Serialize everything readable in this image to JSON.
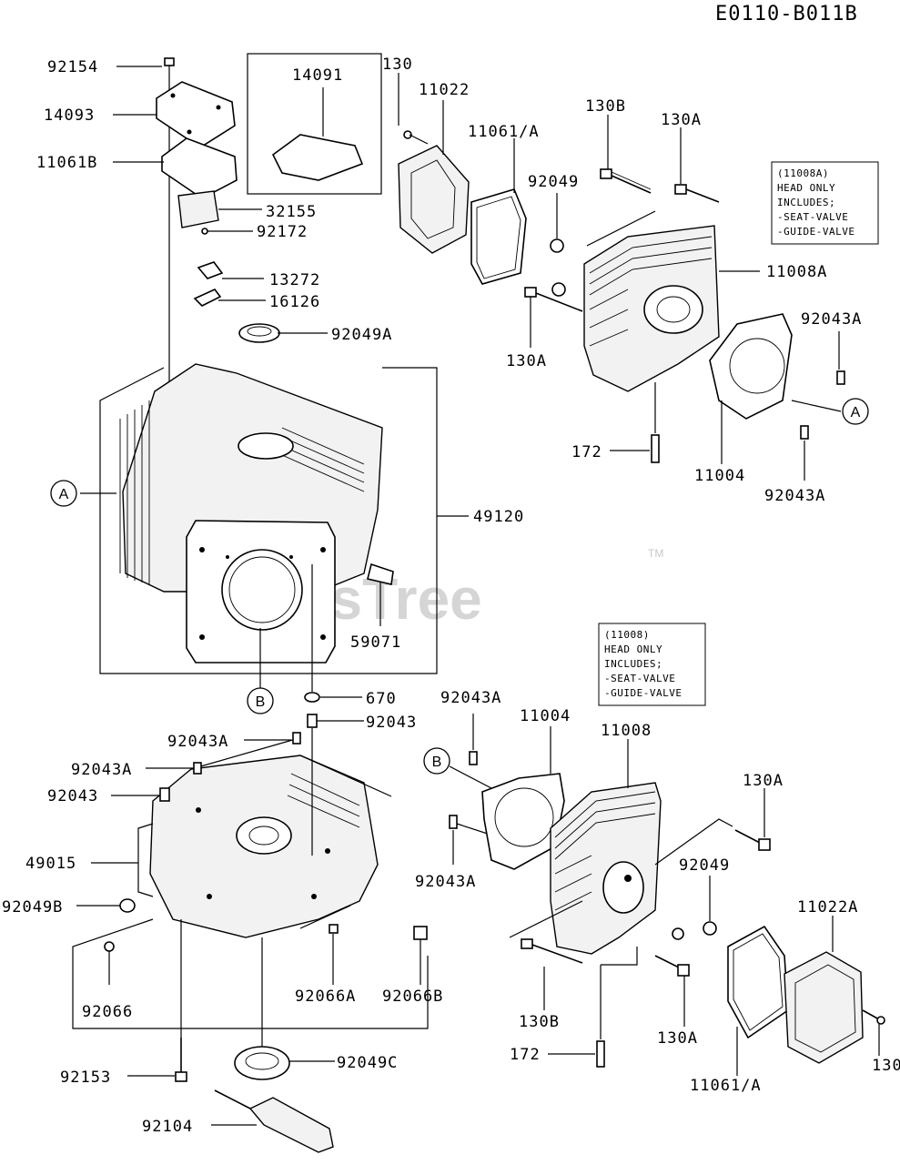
{
  "diagram_code": "E0110-B011B",
  "watermark": {
    "text": "PartsTree",
    "mark": "TM"
  },
  "notes": {
    "head_a": [
      "(11008A)",
      "HEAD ONLY",
      "INCLUDES;",
      "-SEAT-VALVE",
      "-GUIDE-VALVE"
    ],
    "head": [
      "(11008)",
      "HEAD ONLY",
      "INCLUDES;",
      "-SEAT-VALVE",
      "-GUIDE-VALVE"
    ]
  },
  "callouts": {
    "a1": "A",
    "a2": "A",
    "b1": "B",
    "b2": "B"
  },
  "labels": {
    "p92154": "92154",
    "p14093": "14093",
    "p11061b": "11061B",
    "p14091": "14091",
    "p32155": "32155",
    "p92172": "92172",
    "p13272": "13272",
    "p16126": "16126",
    "p92049a": "92049A",
    "p130_top": "130",
    "p11022": "11022",
    "p11061a_top": "11061/A",
    "p130b_top": "130B",
    "p130a_top": "130A",
    "p92049_top": "92049",
    "p11008a": "11008A",
    "p130a_mid": "130A",
    "p92043a_r1": "92043A",
    "p172_top": "172",
    "p11004_top": "11004",
    "p92043a_r2": "92043A",
    "p49120": "49120",
    "p59071": "59071",
    "p670": "670",
    "p92043_a": "92043",
    "p92043a_a": "92043A",
    "p92043a_b": "92043A",
    "p92043_b": "92043",
    "p49015": "49015",
    "p92049b": "92049B",
    "p92066": "92066",
    "p92066a": "92066A",
    "p92066b": "92066B",
    "p92153": "92153",
    "p92049c": "92049C",
    "p92104": "92104",
    "p92043a_c": "92043A",
    "p11004_bot": "11004",
    "p11008": "11008",
    "p130a_bot1": "130A",
    "p92043a_d": "92043A",
    "p92049_bot": "92049",
    "p11022a": "11022A",
    "p130b_bot": "130B",
    "p172_bot": "172",
    "p130a_bot2": "130A",
    "p11061a_bot": "11061/A",
    "p130_bot": "130"
  }
}
